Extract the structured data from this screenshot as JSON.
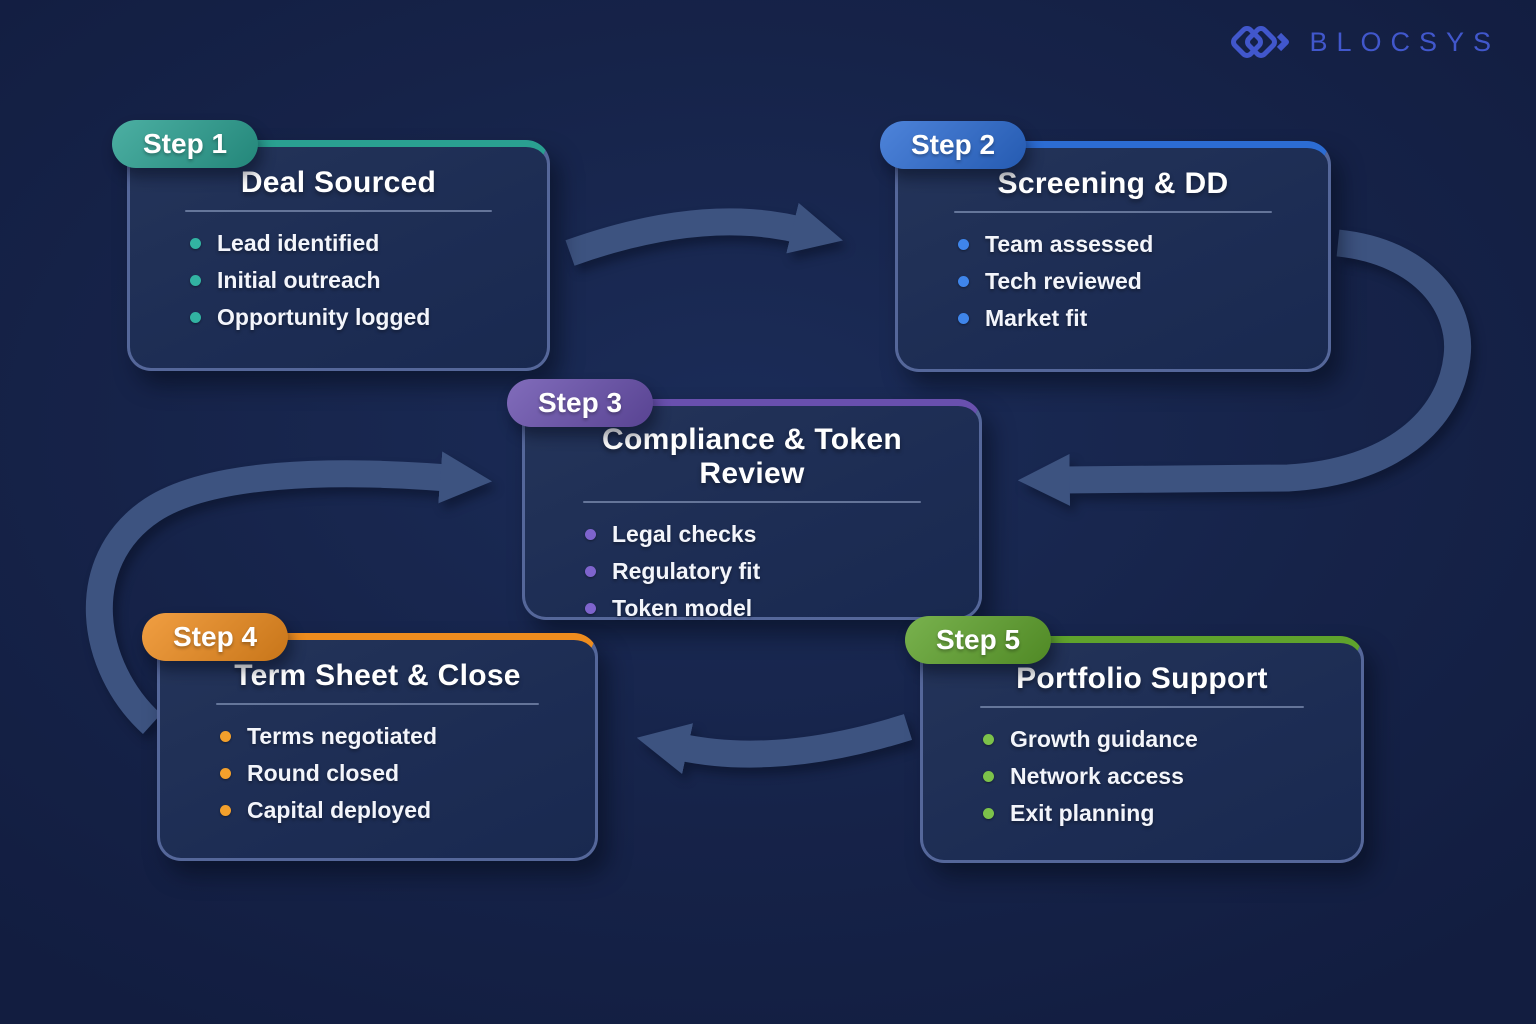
{
  "brand": {
    "name": "BLOCSYS",
    "logo_icon": "interlocking-diamonds-icon",
    "logo_color": "#4157cc"
  },
  "colors": {
    "background": "#162349",
    "card_fill": "#1e2f58",
    "card_border": "#55679a",
    "arrow": "#3d5380",
    "divider": "#9eaed2",
    "text": "#ffffff"
  },
  "steps": [
    {
      "badge": "Step 1",
      "title": "Deal Sourced",
      "accent": "#2aa091",
      "dot_color": "#32b3a2",
      "bullets": [
        "Lead identified",
        "Initial outreach",
        "Opportunity logged"
      ]
    },
    {
      "badge": "Step 2",
      "title": "Screening & DD",
      "accent": "#2c6cd3",
      "dot_color": "#3f85ea",
      "bullets": [
        "Team assessed",
        "Tech reviewed",
        "Market fit"
      ]
    },
    {
      "badge": "Step 3",
      "title": "Compliance & Token Review",
      "accent": "#6950ae",
      "dot_color": "#7e64cd",
      "bullets": [
        "Legal checks",
        "Regulatory fit",
        "Token model"
      ]
    },
    {
      "badge": "Step 4",
      "title": "Term Sheet & Close",
      "accent": "#ee8c1e",
      "dot_color": "#f3a02c",
      "bullets": [
        "Terms negotiated",
        "Round closed",
        "Capital deployed"
      ]
    },
    {
      "badge": "Step 5",
      "title": "Portfolio Support",
      "accent": "#5fa32c",
      "dot_color": "#7cc24a",
      "bullets": [
        "Growth guidance",
        "Network access",
        "Exit planning"
      ]
    }
  ],
  "connections": [
    {
      "from": "Step 1",
      "to": "Step 2"
    },
    {
      "from": "Step 2",
      "to": "Step 3"
    },
    {
      "from": "Step 4",
      "to": "Step 3"
    },
    {
      "from": "Step 5",
      "to": "Step 4"
    }
  ]
}
